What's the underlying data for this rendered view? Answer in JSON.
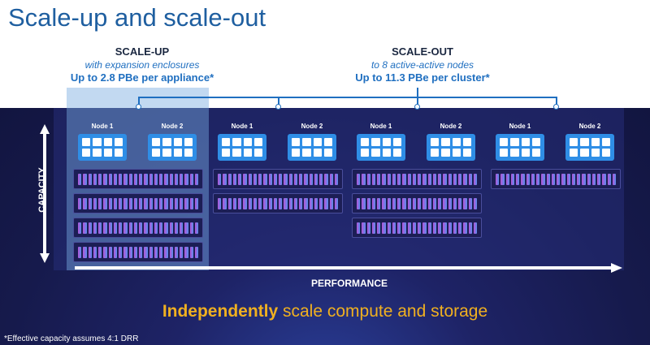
{
  "title": "Scale-up and scale-out",
  "scale_up": {
    "heading": "SCALE-UP",
    "subheading": "with expansion enclosures",
    "capacity": "Up to 2.8 PBe per appliance*"
  },
  "scale_out": {
    "heading": "SCALE-OUT",
    "subheading": "to 8 active-active nodes",
    "capacity": "Up to 11.3 PBe per cluster*"
  },
  "node_labels": [
    "Node 1",
    "Node 2",
    "Node 1",
    "Node 2",
    "Node 1",
    "Node 2",
    "Node 1",
    "Node 2"
  ],
  "appliances": [
    {
      "enclosures": 4
    },
    {
      "enclosures": 2
    },
    {
      "enclosures": 3
    },
    {
      "enclosures": 1
    }
  ],
  "axis": {
    "capacity": "CAPACITY",
    "performance": "PERFORMANCE"
  },
  "tagline": {
    "bold": "Independently",
    "rest": " scale compute and storage"
  },
  "footnote": "*Effective capacity assumes 4:1 DRR",
  "colors": {
    "title": "#1f5fa0",
    "accent": "#1f6fc0",
    "node": "#2f8ee6",
    "tagline": "#f0b020",
    "panel": "#161a4c"
  }
}
